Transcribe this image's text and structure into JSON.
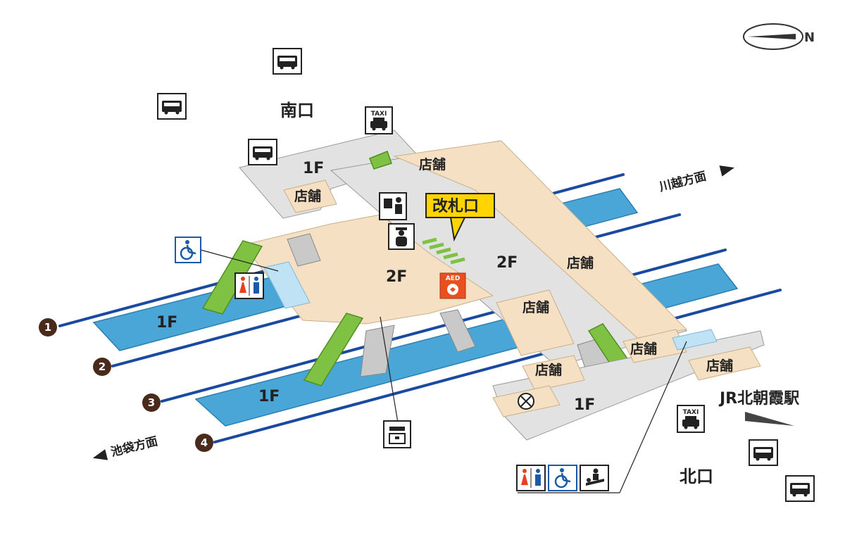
{
  "exits": {
    "south": "南口",
    "north": "北口"
  },
  "ticket_gate": "改札口",
  "floors": {
    "f1": "1F",
    "f2": "2F"
  },
  "shop_label": "店舗",
  "directions": {
    "kawagoe": "川越方面",
    "ikebukuro": "池袋方面"
  },
  "jr_station": "JR北朝霞駅",
  "platform_numbers": [
    "1",
    "2",
    "3",
    "4"
  ],
  "icon_texts": {
    "taxi": "TAXI",
    "aed": "AED"
  },
  "colors": {
    "track": "#1a4aa0",
    "platform": "#4ba6d8",
    "concourse": "#f5e0c4",
    "floor_gray": "#e2e2e2",
    "escalator": "#7fc243",
    "gate_label_bg": "#ffd400",
    "aed": "#e8501e"
  }
}
